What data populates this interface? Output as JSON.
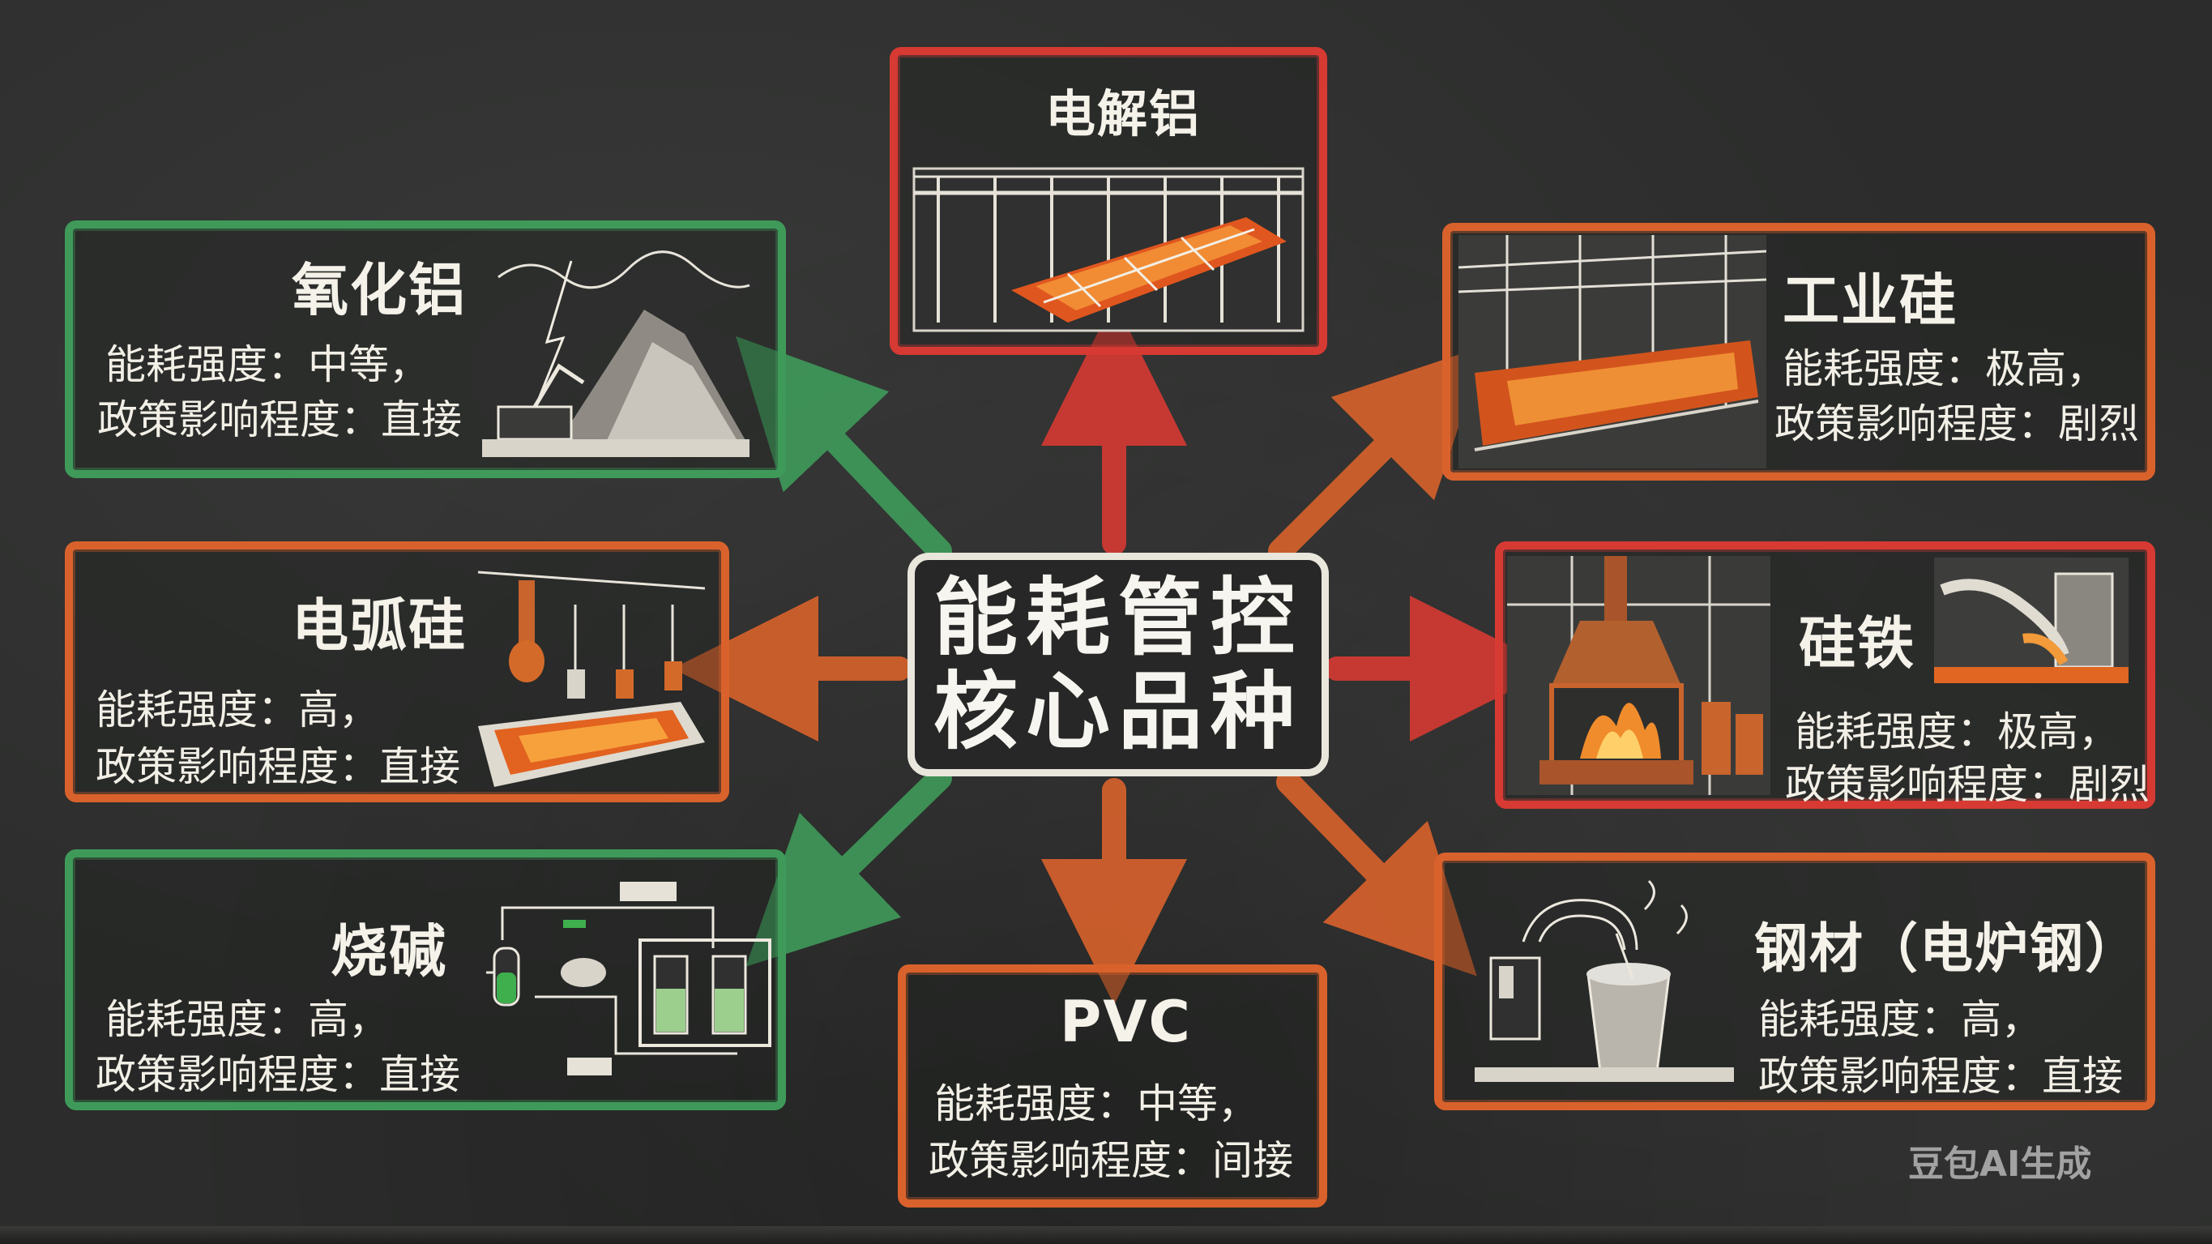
{
  "center": {
    "line1": "能耗管控",
    "line2": "核心品种"
  },
  "nodes": {
    "dianjielv": {
      "title": "电解铝"
    },
    "yanghualv": {
      "title": "氧化铝",
      "line1": "能耗强度：中等，",
      "line2": "政策影响程度：直接"
    },
    "gongyegui": {
      "title": "工业硅",
      "line1": "能耗强度：极高，",
      "line2": "政策影响程度：剧烈"
    },
    "dianhugui": {
      "title": "电弧硅",
      "line1": "能耗强度：高，",
      "line2": "政策影响程度：直接"
    },
    "guitie": {
      "title": "硅铁",
      "line1": "能耗强度：极高，",
      "line2": "政策影响程度：剧烈"
    },
    "shaojian": {
      "title": "烧碱",
      "line1": "能耗强度：高，",
      "line2": "政策影响程度：直接"
    },
    "pvc": {
      "title": "PVC",
      "line1": "能耗强度：中等，",
      "line2": "政策影响程度：间接"
    },
    "gangcai": {
      "title": "钢材（电炉钢）",
      "line1": "能耗强度：高，",
      "line2": "政策影响程度：直接"
    }
  },
  "watermark": "豆包AI生成",
  "colors": {
    "green": "#3f9a5a",
    "orange": "#d9622c",
    "red": "#d63a33",
    "chalk": "#f2efe6",
    "board": "#2b2c2b"
  }
}
